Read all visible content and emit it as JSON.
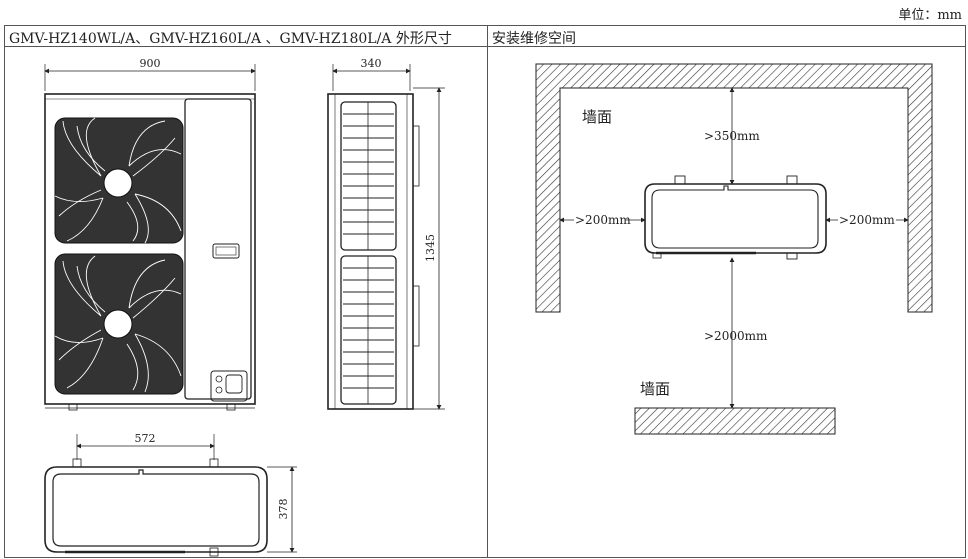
{
  "unit_label": "单位：mm",
  "left_panel": {
    "title": "GMV-HZ140WL/A、GMV-HZ160L/A 、GMV-HZ180L/A 外形尺寸",
    "dimensions": {
      "front_width": "900",
      "side_depth": "340",
      "height": "1345",
      "foot_spacing": "572",
      "top_depth": "378"
    }
  },
  "right_panel": {
    "title": "安装维修空间",
    "wall_label_top": "墙面",
    "wall_label_bottom": "墙面",
    "clearance_top": ">350mm",
    "clearance_left": ">200mm",
    "clearance_right": ">200mm",
    "clearance_front": ">2000mm"
  }
}
